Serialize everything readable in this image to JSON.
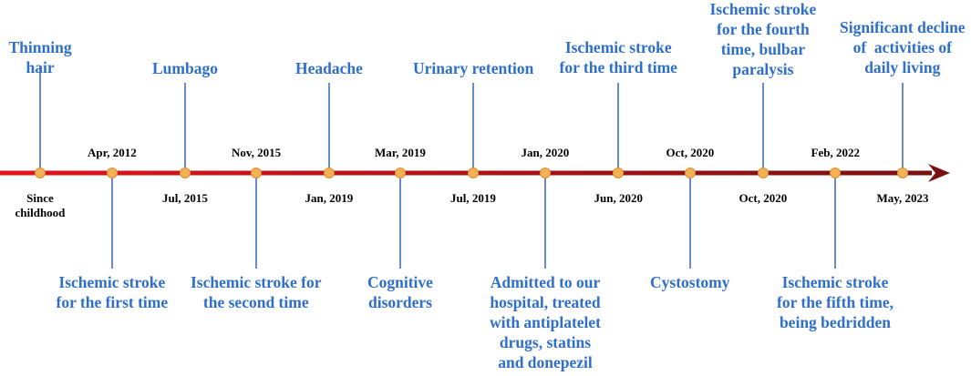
{
  "colors": {
    "axis_start": "#e3141b",
    "axis_end": "#7a0f0f",
    "arrow_head": "#7a0f0f",
    "connector": "#5b7ec9",
    "marker_fill": "#f2b155",
    "marker_stroke": "#d9922f",
    "event_text": "#2f6fcc",
    "date_text": "#000000"
  },
  "milestones": [
    {
      "date": "Since\nchildhood",
      "event": "Thinning\nhair"
    },
    {
      "date": "Apr, 2012",
      "event": "Ischemic stroke\nfor the first time"
    },
    {
      "date": "Jul, 2015",
      "event": "Lumbago"
    },
    {
      "date": "Nov, 2015",
      "event": "Ischemic stroke for\nthe second time"
    },
    {
      "date": "Jan, 2019",
      "event": "Headache"
    },
    {
      "date": "Mar, 2019",
      "event": "Cognitive\ndisorders"
    },
    {
      "date": "Jul, 2019",
      "event": "Urinary retention"
    },
    {
      "date": "Jan, 2020",
      "event": "Admitted to our\nhospital, treated\nwith antiplatelet\ndrugs, statins\nand donepezil"
    },
    {
      "date": "Jun, 2020",
      "event": "Ischemic stroke\nfor the third time"
    },
    {
      "date": "Oct, 2020",
      "event": "Cystostomy"
    },
    {
      "date": "Oct, 2020",
      "event": "Ischemic stroke\nfor the fourth\ntime, bulbar\nparalysis"
    },
    {
      "date": "Feb, 2022",
      "event": "Ischemic stroke\nfor the fifth time,\nbeing bedridden"
    },
    {
      "date": "May, 2023",
      "event": "Significant decline\nof  activities of\ndaily living"
    }
  ]
}
